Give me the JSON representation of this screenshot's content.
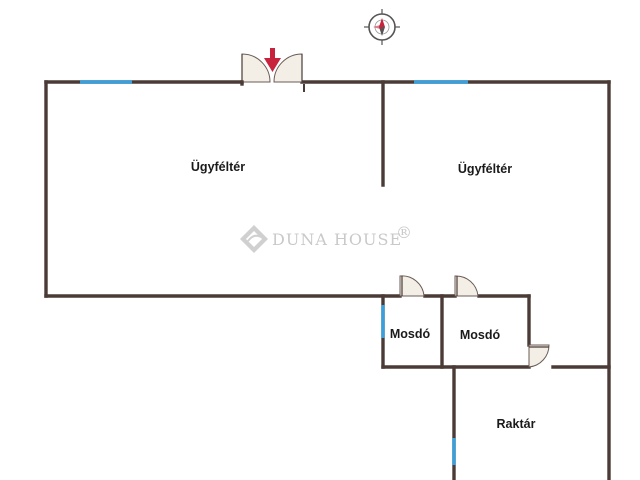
{
  "rooms": [
    {
      "id": "client-area-1",
      "label": "Ügyféltér"
    },
    {
      "id": "client-area-2",
      "label": "Ügyféltér"
    },
    {
      "id": "washroom-1",
      "label": "Mosdó"
    },
    {
      "id": "washroom-2",
      "label": "Mosdó"
    },
    {
      "id": "storage",
      "label": "Raktár"
    }
  ],
  "watermark": {
    "text": "DUNA HOUSE",
    "registered_mark": "®"
  },
  "compass": {
    "orientation": "north-up"
  },
  "entrance": {
    "marker": "entrance-arrow-icon"
  },
  "colors": {
    "wall": "#4a3b36",
    "window": "#3aa0dc",
    "entrance_arrow": "#c8233c",
    "watermark": "#c9c9c9",
    "compass_north": "#c8233c"
  }
}
